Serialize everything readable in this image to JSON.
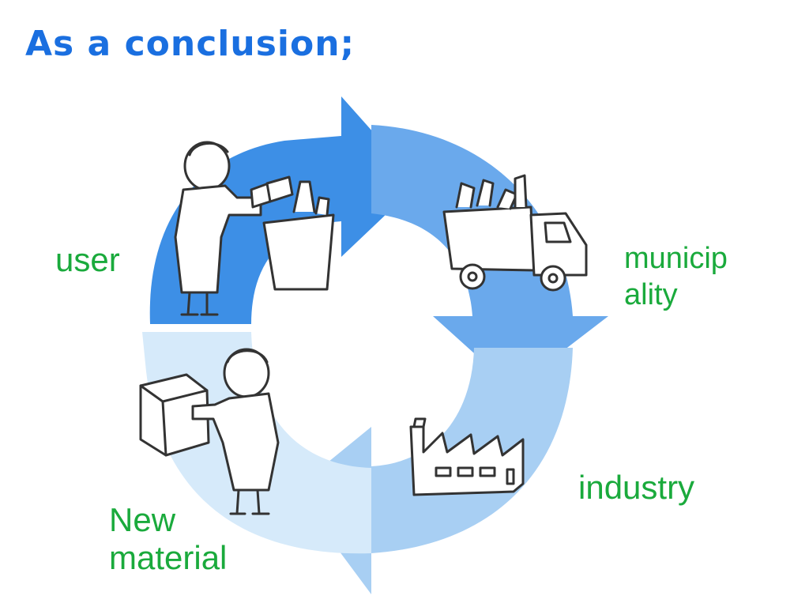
{
  "title": "As a conclusion;",
  "nodes": {
    "user": "user",
    "municipality": [
      "municip",
      "ality"
    ],
    "industry": "industry",
    "new_material": [
      "New",
      "material"
    ]
  },
  "colors": {
    "title": "#1a6fe0",
    "label": "#1aaa3c",
    "arrow_dark": "#3d8fe6",
    "arrow_mid": "#6aa9ec",
    "arrow_light": "#a8cff3",
    "arrow_pale": "#d6eafa"
  },
  "icons": [
    "person-recycling-icon",
    "garbage-truck-icon",
    "factory-icon",
    "person-carrying-box-icon"
  ]
}
